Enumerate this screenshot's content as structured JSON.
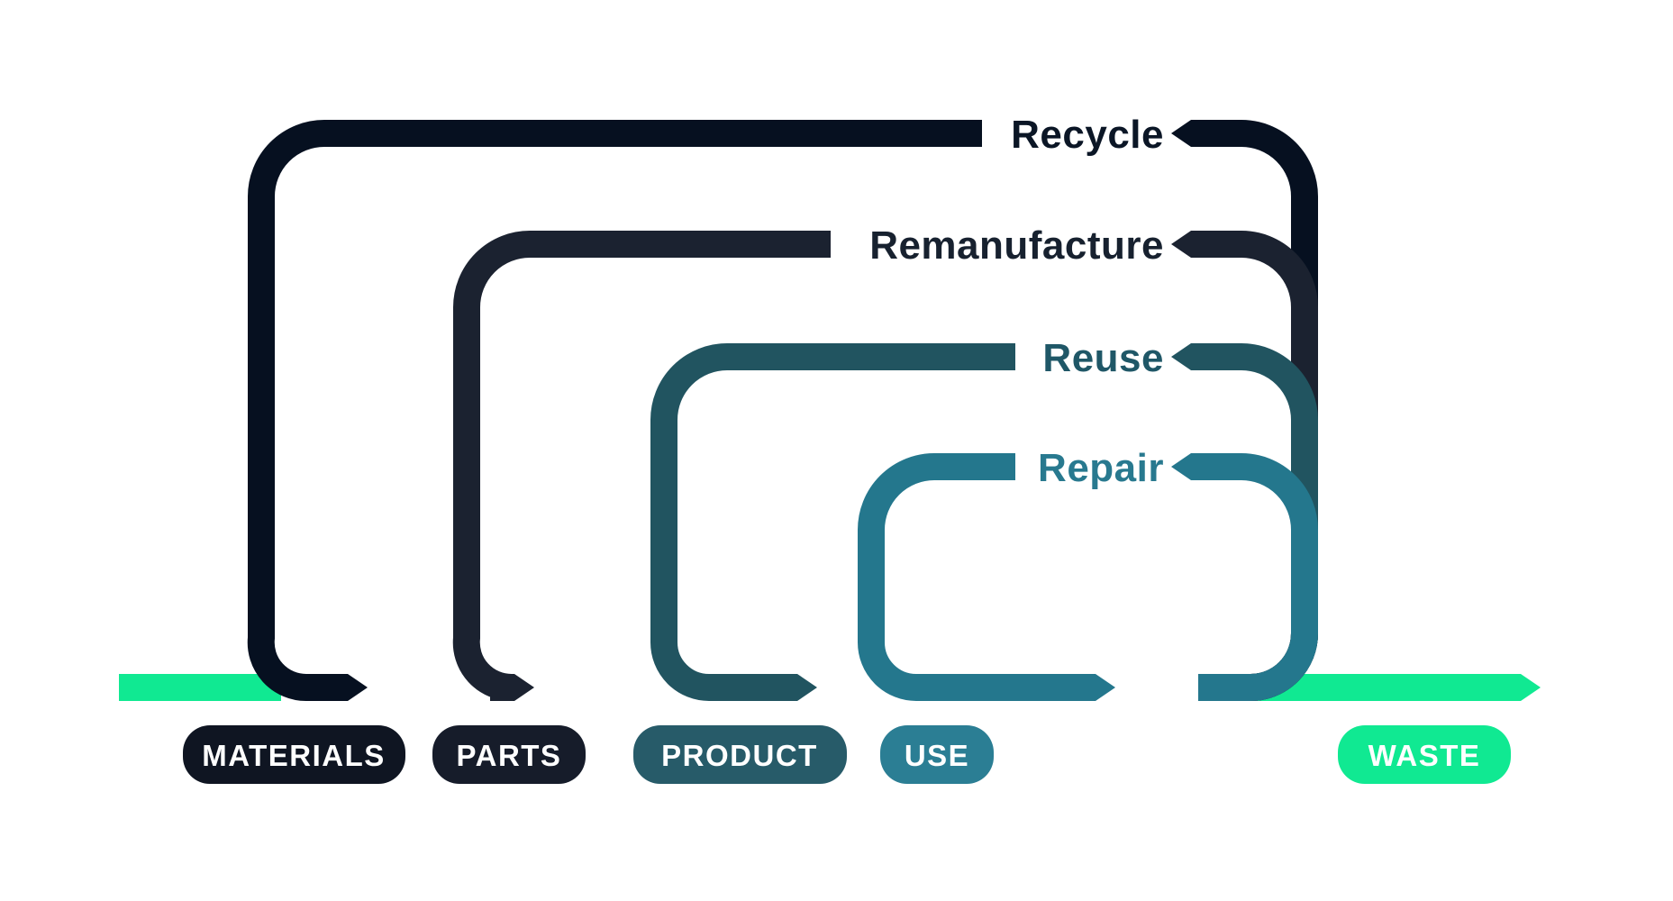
{
  "diagram_title": "Circular economy loops: Recycle, Remanufacture, Reuse, Repair over a Materials-to-Waste linear flow",
  "line_color": "#10E992",
  "station_text_color": "#FFFFFF",
  "loops": [
    {
      "label": "Recycle",
      "color": "#061020",
      "label_color": "#0B1626",
      "from_station": "USE",
      "to_station": "MATERIALS"
    },
    {
      "label": "Remanufacture",
      "color": "#1B2230",
      "label_color": "#17212F",
      "from_station": "USE",
      "to_station": "PARTS"
    },
    {
      "label": "Reuse",
      "color": "#215460",
      "label_color": "#1F5767",
      "from_station": "USE",
      "to_station": "PRODUCT"
    },
    {
      "label": "Repair",
      "color": "#24778D",
      "label_color": "#28798F",
      "from_station": "USE",
      "to_station": "USE"
    }
  ],
  "stations": [
    {
      "label": "MATERIALS",
      "color": "#0F1522"
    },
    {
      "label": "PARTS",
      "color": "#161C2A"
    },
    {
      "label": "PRODUCT",
      "color": "#275B69"
    },
    {
      "label": "USE",
      "color": "#2B7E94"
    },
    {
      "label": "WASTE",
      "color": "#10E992"
    }
  ]
}
